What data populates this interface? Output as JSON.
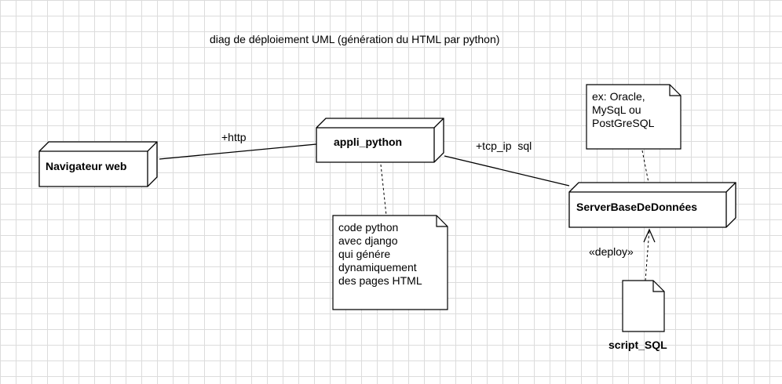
{
  "diagram": {
    "title": "diag de déploiement UML (génération du HTML par python)",
    "nodes": {
      "browser": "Navigateur web",
      "app": "appli_python",
      "db": "ServerBaseDeDonnées"
    },
    "edges": {
      "http": "+http",
      "tcp": "+tcp_ip  sql",
      "deploy": "«deploy»"
    },
    "notes": {
      "db_note": "ex: Oracle,\nMySqL ou\nPostGreSQL",
      "app_note": "code python\navec django\nqui génére\ndynamiquement\ndes pages HTML"
    },
    "artifact": "script_SQL"
  }
}
